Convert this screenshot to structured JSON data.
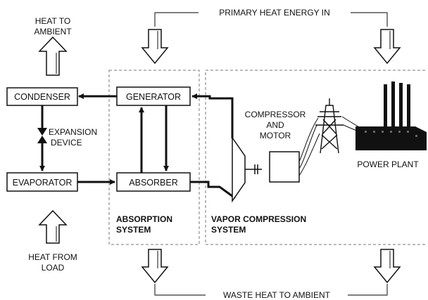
{
  "top": {
    "heat_to_ambient_line1": "HEAT TO",
    "heat_to_ambient_line2": "AMBIENT",
    "primary_heat_energy_in": "PRIMARY HEAT ENERGY IN"
  },
  "boxes": {
    "condenser": "CONDENSER",
    "evaporator": "EVAPORATOR",
    "generator": "GENERATOR",
    "absorber": "ABSORBER"
  },
  "expansion": {
    "line1": "EXPANSION",
    "line2": "DEVICE"
  },
  "absorption_system": {
    "line1": "ABSORPTION",
    "line2": "SYSTEM"
  },
  "vapor_compression_system": {
    "line1": "VAPOR COMPRESSION",
    "line2": "SYSTEM"
  },
  "compressor": {
    "line1": "COMPRESSOR",
    "line2": "AND",
    "line3": "MOTOR"
  },
  "power_plant": "POWER PLANT",
  "bottom": {
    "heat_from_load_line1": "HEAT FROM",
    "heat_from_load_line2": "LOAD",
    "waste_heat_to_ambient": "WASTE HEAT TO AMBIENT"
  },
  "icons": [
    "hollow-arrow-icon",
    "transmission-tower-icon",
    "power-plant-icon",
    "compressor-icon",
    "motor-icon"
  ],
  "colors": {
    "ink": "#111111",
    "dashed_border": "#777777",
    "background": "#ffffff"
  }
}
